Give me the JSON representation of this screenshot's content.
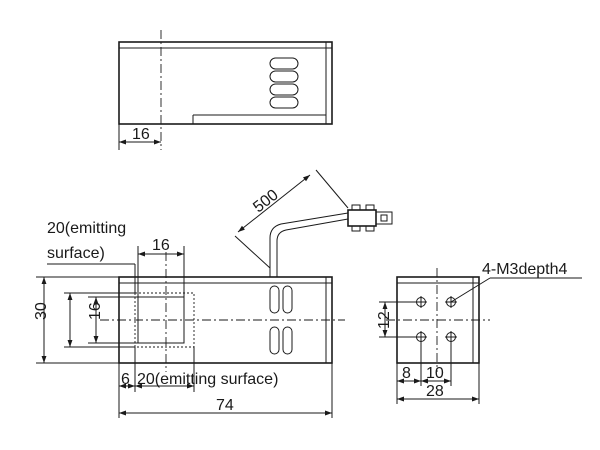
{
  "dimensions": {
    "top_offset": "16",
    "cable_length": "500",
    "emitting_surface_label_line1": "20(emitting",
    "emitting_surface_label_line2": "surface)",
    "window_width": "16",
    "height_overall": "30",
    "window_height": "16",
    "window_offset": "6",
    "emitting_surface_bottom": "20(emitting surface)",
    "length_overall": "74",
    "hole_spec": "4-M3depth4",
    "hole_spacing_vertical": "12",
    "hole_left_offset": "8",
    "hole_spacing_horizontal": "10",
    "width_overall": "28"
  }
}
